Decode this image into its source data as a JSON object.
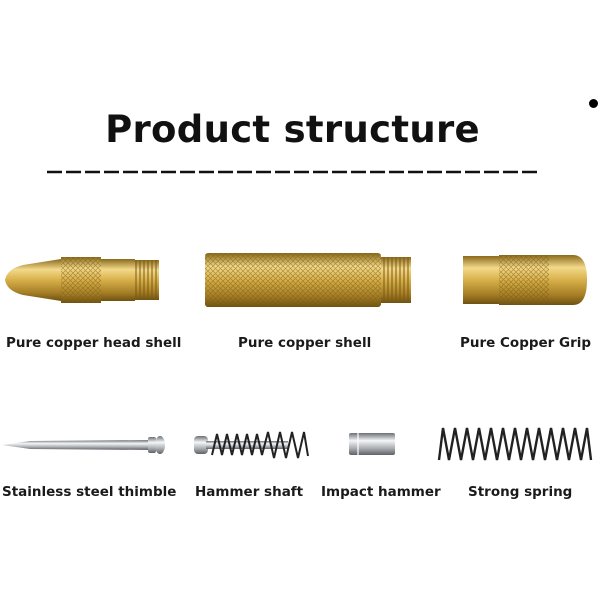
{
  "title": "Product structure",
  "parts": {
    "head_shell": "Pure copper head shell",
    "shell": "Pure copper shell",
    "grip": "Pure Copper Grip",
    "thimble": "Stainless steel thimble",
    "hammer_shaft": "Hammer shaft",
    "impact_hammer": "Impact hammer",
    "spring": "Strong spring"
  },
  "colors": {
    "brass": "#c9a33a",
    "steel": "#b8bcc0",
    "spring": "#222222"
  }
}
